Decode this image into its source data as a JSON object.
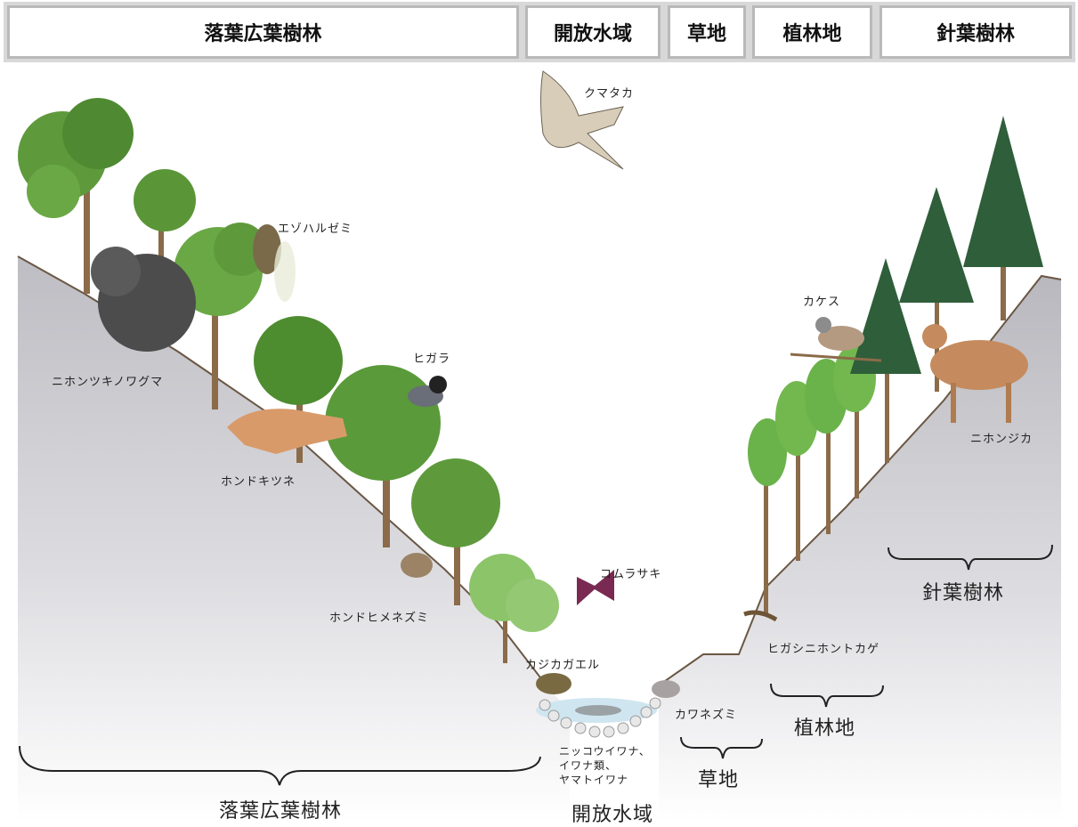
{
  "headers": [
    "落葉広葉樹林",
    "開放水域",
    "草地",
    "植林地",
    "針葉樹林"
  ],
  "species": {
    "kumataka": "クマタカ",
    "ezoharuzemi": "エゾハルゼミ",
    "nihontsukinowaguma": "ニホンツキノワグマ",
    "higara": "ヒガラ",
    "hondokitsune": "ホンドキツネ",
    "hondohimenezumi": "ホンドヒメネズミ",
    "komurasaki": "コムラサキ",
    "kajikagaeru": "カジカガエル",
    "kawanezumi": "カワネズミ",
    "iwana_line1": "ニッコウイワナ、",
    "iwana_line2": "イワナ類、",
    "iwana_line3": "ヤマトイワナ",
    "higashinihontokage": "ヒガシニホントカゲ",
    "kakesu": "カケス",
    "nihonjika": "ニホンジカ"
  },
  "zones": {
    "deciduous": "落葉広葉樹林",
    "open_water": "開放水域",
    "grassland": "草地",
    "plantation": "植林地",
    "conifer": "針葉樹林"
  }
}
